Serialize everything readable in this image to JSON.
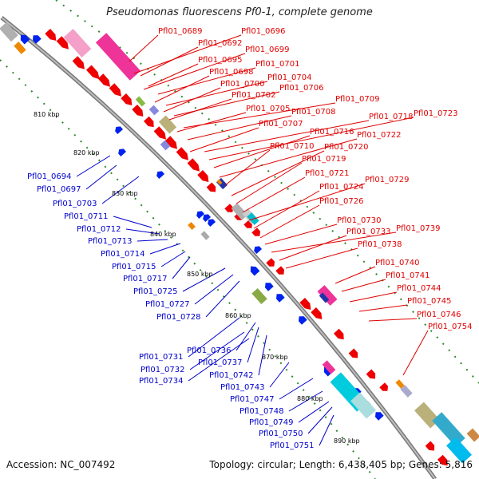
{
  "title": "Pseudomonas fluorescens Pf0-1, complete genome",
  "footer": {
    "accession": "Accession: NC_007492",
    "topology": "Topology: circular; Length: 6,438,405 bp; Genes: 5,816"
  },
  "colors": {
    "forward_gene": "#ee0000",
    "reverse_gene": "#0022ee",
    "forward_label": "#e00000",
    "reverse_label": "#0000cc",
    "backbone": "#888888",
    "dotted_track": "#2a8a2a"
  },
  "kbp_ticks": [
    "810 kbp",
    "820 kbp",
    "830 kbp",
    "840 kbp",
    "850 kbp",
    "860 kbp",
    "870 kbp",
    "880 kbp",
    "890 kbp"
  ],
  "forward_labels": [
    "Pfl01_0689",
    "Pfl01_0692",
    "Pfl01_0696",
    "Pfl01_0695",
    "Pfl01_0699",
    "Pfl01_0698",
    "Pfl01_0701",
    "Pfl01_0700",
    "Pfl01_0704",
    "Pfl01_0702",
    "Pfl01_0706",
    "Pfl01_0705",
    "Pfl01_0709",
    "Pfl01_0708",
    "Pfl01_0707",
    "Pfl01_0718",
    "Pfl01_0723",
    "Pfl01_0716",
    "Pfl01_0722",
    "Pfl01_0710",
    "Pfl01_0720",
    "Pfl01_0719",
    "Pfl01_0721",
    "Pfl01_0729",
    "Pfl01_0724",
    "Pfl01_0726",
    "Pfl01_0730",
    "Pfl01_0739",
    "Pfl01_0733",
    "Pfl01_0738",
    "Pfl01_0740",
    "Pfl01_0741",
    "Pfl01_0744",
    "Pfl01_0745",
    "Pfl01_0746",
    "Pfl01_0754"
  ],
  "reverse_labels": [
    "Pfl01_0694",
    "Pfl01_0697",
    "Pfl01_0703",
    "Pfl01_0711",
    "Pfl01_0712",
    "Pfl01_0713",
    "Pfl01_0714",
    "Pfl01_0715",
    "Pfl01_0717",
    "Pfl01_0725",
    "Pfl01_0727",
    "Pfl01_0728",
    "Pfl01_0736",
    "Pfl01_0731",
    "Pfl01_0737",
    "Pfl01_0732",
    "Pfl01_0742",
    "Pfl01_0734",
    "Pfl01_0743",
    "Pfl01_0747",
    "Pfl01_0748",
    "Pfl01_0749",
    "Pfl01_0750",
    "Pfl01_0751"
  ]
}
